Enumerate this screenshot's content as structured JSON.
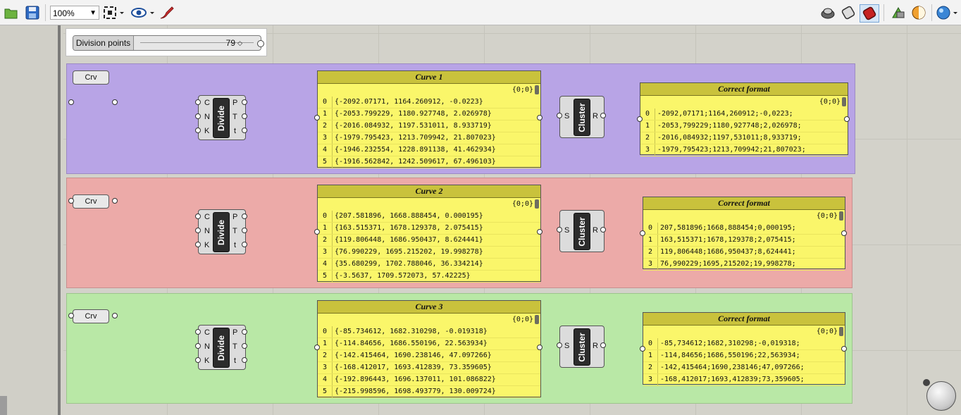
{
  "toolbar": {
    "zoom_value": "100%",
    "icons": [
      "open-file-icon",
      "save-file-icon",
      "zoom-extents-icon",
      "preview-eye-icon",
      "sketch-pen-icon",
      "preview-wireframe-icon",
      "preview-shaded-icon",
      "preview-selected-icon",
      "bake-icon",
      "preview-mesh-icon",
      "display-sphere-icon"
    ]
  },
  "slider": {
    "label": "Division points",
    "value": "79",
    "grip_glyph": "◇"
  },
  "groups": [
    {
      "color": "#b8a4e6",
      "crv_label": "Crv",
      "divide": {
        "title": "Divide",
        "inputs": [
          "C",
          "N",
          "K"
        ],
        "outputs": [
          "P",
          "T",
          "t"
        ]
      },
      "curve_panel": {
        "title": "Curve 1",
        "path": "{0;0}",
        "rows": [
          {
            "i": "0",
            "v": "{-2092.07171, 1164.260912, -0.0223}"
          },
          {
            "i": "1",
            "v": "{-2053.799229, 1180.927748, 2.026978}"
          },
          {
            "i": "2",
            "v": "{-2016.084932, 1197.531011, 8.933719}"
          },
          {
            "i": "3",
            "v": "{-1979.795423, 1213.709942, 21.807023}"
          },
          {
            "i": "4",
            "v": "{-1946.232554, 1228.891138, 41.462934}"
          },
          {
            "i": "5",
            "v": "{-1916.562842, 1242.509617, 67.496103}"
          }
        ]
      },
      "cluster": {
        "title": "Cluster",
        "input": "S",
        "output": "R"
      },
      "format_panel": {
        "title": "Correct format",
        "path": "{0;0}",
        "rows": [
          {
            "i": "0",
            "v": "-2092,07171;1164,260912;-0,0223;"
          },
          {
            "i": "1",
            "v": "-2053,799229;1180,927748;2,026978;"
          },
          {
            "i": "2",
            "v": "-2016,084932;1197,531011;8,933719;"
          },
          {
            "i": "3",
            "v": "-1979,795423;1213,709942;21,807023;"
          }
        ]
      }
    },
    {
      "color": "#ecaaa8",
      "crv_label": "Crv",
      "divide": {
        "title": "Divide",
        "inputs": [
          "C",
          "N",
          "K"
        ],
        "outputs": [
          "P",
          "T",
          "t"
        ]
      },
      "curve_panel": {
        "title": "Curve 2",
        "path": "{0;0}",
        "rows": [
          {
            "i": "0",
            "v": "{207.581896, 1668.888454, 0.000195}"
          },
          {
            "i": "1",
            "v": "{163.515371, 1678.129378, 2.075415}"
          },
          {
            "i": "2",
            "v": "{119.806448, 1686.950437, 8.624441}"
          },
          {
            "i": "3",
            "v": "{76.990229, 1695.215202, 19.998278}"
          },
          {
            "i": "4",
            "v": "{35.680299, 1702.788046, 36.334214}"
          },
          {
            "i": "5",
            "v": "{-3.5637, 1709.572073, 57.42225}"
          }
        ]
      },
      "cluster": {
        "title": "Cluster",
        "input": "S",
        "output": "R"
      },
      "format_panel": {
        "title": "Correct format",
        "path": "{0;0}",
        "rows": [
          {
            "i": "0",
            "v": "207,581896;1668,888454;0,000195;"
          },
          {
            "i": "1",
            "v": "163,515371;1678,129378;2,075415;"
          },
          {
            "i": "2",
            "v": "119,806448;1686,950437;8,624441;"
          },
          {
            "i": "3",
            "v": "76,990229;1695,215202;19,998278;"
          }
        ]
      }
    },
    {
      "color": "#b9e8a6",
      "crv_label": "Crv",
      "divide": {
        "title": "Divide",
        "inputs": [
          "C",
          "N",
          "K"
        ],
        "outputs": [
          "P",
          "T",
          "t"
        ]
      },
      "curve_panel": {
        "title": "Curve 3",
        "path": "{0;0}",
        "rows": [
          {
            "i": "0",
            "v": "{-85.734612, 1682.310298, -0.019318}"
          },
          {
            "i": "1",
            "v": "{-114.84656, 1686.550196, 22.563934}"
          },
          {
            "i": "2",
            "v": "{-142.415464, 1690.238146, 47.097266}"
          },
          {
            "i": "3",
            "v": "{-168.412017, 1693.412839, 73.359605}"
          },
          {
            "i": "4",
            "v": "{-192.896443, 1696.137011, 101.086822}"
          },
          {
            "i": "5",
            "v": "{-215.998596, 1698.493779, 130.009724}"
          }
        ]
      },
      "cluster": {
        "title": "Cluster",
        "input": "S",
        "output": "R"
      },
      "format_panel": {
        "title": "Correct format",
        "path": "{0;0}",
        "rows": [
          {
            "i": "0",
            "v": "-85,734612;1682,310298;-0,019318;"
          },
          {
            "i": "1",
            "v": "-114,84656;1686,550196;22,563934;"
          },
          {
            "i": "2",
            "v": "-142,415464;1690,238146;47,097266;"
          },
          {
            "i": "3",
            "v": "-168,412017;1693,412839;73,359605;"
          }
        ]
      }
    }
  ]
}
